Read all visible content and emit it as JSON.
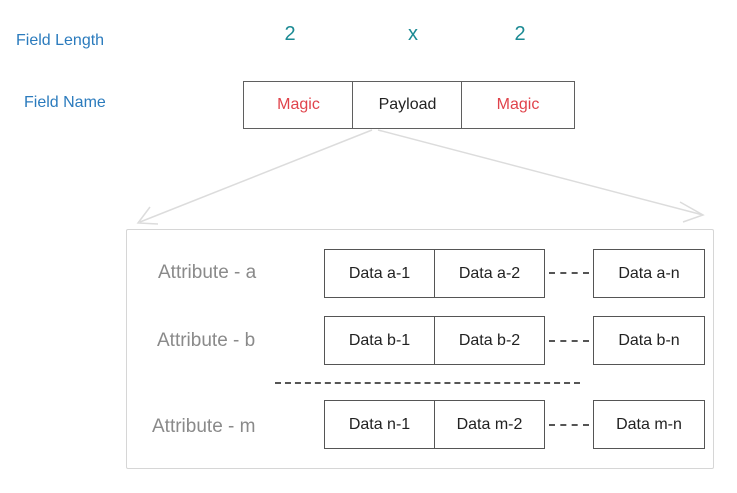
{
  "labels": {
    "field_length": "Field Length",
    "field_name": "Field Name"
  },
  "lengths": {
    "magic_left": "2",
    "payload": "x",
    "magic_right": "2"
  },
  "fields": {
    "magic_left": "Magic",
    "payload": "Payload",
    "magic_right": "Magic"
  },
  "attributes": [
    {
      "label": "Attribute - a",
      "first": "Data a-1",
      "second": "Data a-2",
      "last": "Data a-n"
    },
    {
      "label": "Attribute - b",
      "first": "Data b-1",
      "second": "Data b-2",
      "last": "Data b-n"
    },
    {
      "label": "Attribute - m",
      "first": "Data n-1",
      "second": "Data m-2",
      "last": "Data m-n"
    }
  ],
  "colors": {
    "label_blue": "#2b7bbd",
    "length_teal": "#1b8a93",
    "magic_red": "#e0434b",
    "attribute_gray": "#8a8a8a",
    "border": "#5f5f5f"
  }
}
